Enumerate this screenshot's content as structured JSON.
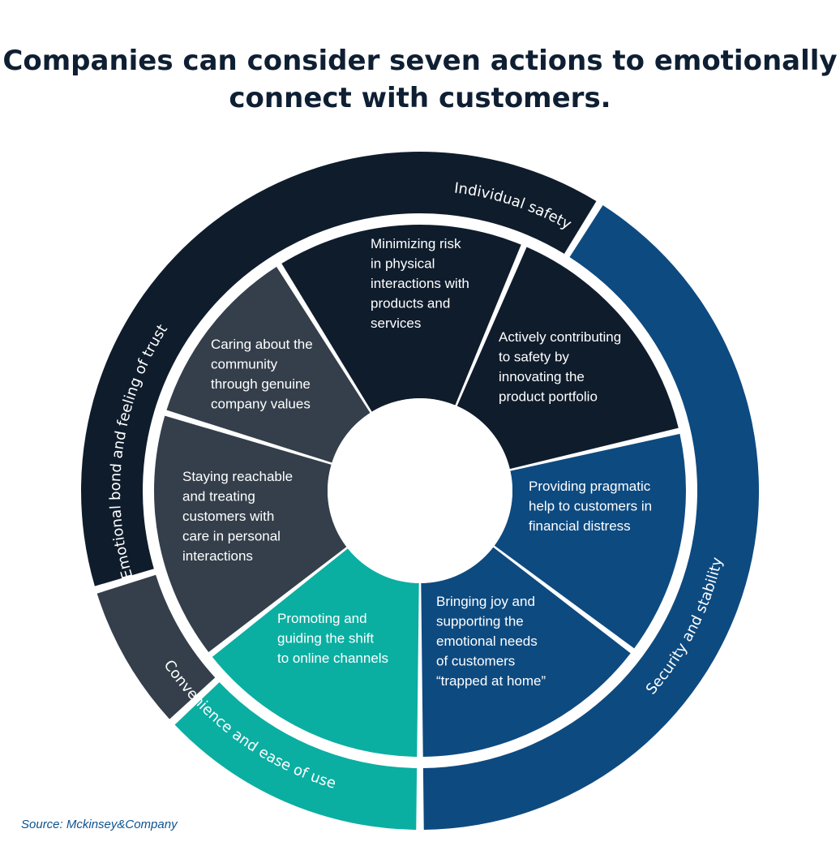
{
  "title": {
    "line1": "Companies can consider seven actions to emotionally",
    "line2": "connect with customers."
  },
  "source": "Source: Mckinsey&Company",
  "colors": {
    "individual_safety": "#0f1c2c",
    "emotional_bond": "#343f4b",
    "security": "#0d4a80",
    "convenience": "#0aafa2",
    "background": "#ffffff",
    "title": "#0f1f33",
    "source": "#0b5291"
  },
  "categories": [
    {
      "id": "individual_safety",
      "label": "Individual safety",
      "actions": [
        {
          "id": "a1",
          "lines": [
            "Minimizing risk",
            "in physical",
            "interactions with",
            "products and",
            "services"
          ]
        },
        {
          "id": "a2",
          "lines": [
            "Actively contributing",
            "to safety by",
            "innovating the",
            "product portfolio"
          ]
        }
      ]
    },
    {
      "id": "security",
      "label": "Security and stability",
      "actions": [
        {
          "id": "a3",
          "lines": [
            "Providing pragmatic",
            "help to customers in",
            "financial distress"
          ]
        },
        {
          "id": "a4",
          "lines": [
            "Bringing joy and",
            "supporting the",
            "emotional needs",
            "of customers",
            "“trapped at home”"
          ]
        }
      ]
    },
    {
      "id": "convenience",
      "label": "Convenience and ease of use",
      "actions": [
        {
          "id": "a5",
          "lines": [
            "Promoting and",
            "guiding the shift",
            "to online channels"
          ]
        }
      ]
    },
    {
      "id": "emotional_bond",
      "label": "Emotional bond and feeling of trust",
      "actions": [
        {
          "id": "a6",
          "lines": [
            "Staying reachable",
            "and treating",
            "customers with",
            "care in personal",
            "interactions"
          ]
        },
        {
          "id": "a7",
          "lines": [
            "Caring about the",
            "community",
            "through genuine",
            "company values"
          ]
        }
      ]
    }
  ]
}
